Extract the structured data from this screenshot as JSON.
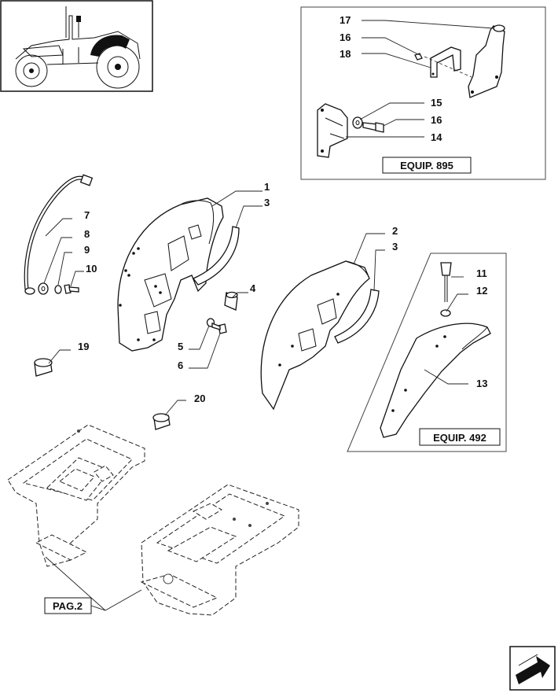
{
  "callouts": [
    "1",
    "2",
    "3",
    "3",
    "4",
    "5",
    "6",
    "7",
    "8",
    "9",
    "10",
    "11",
    "12",
    "13",
    "14",
    "15",
    "16",
    "16",
    "17",
    "18",
    "19",
    "20"
  ],
  "boxes": {
    "equip_895": "EQUIP. 895",
    "equip_492": "EQUIP. 492",
    "pag_2": "PAG.2"
  },
  "icons": {
    "thumbnail": "tractor-thumbnail-icon",
    "nav": "next-page-arrow-icon"
  }
}
